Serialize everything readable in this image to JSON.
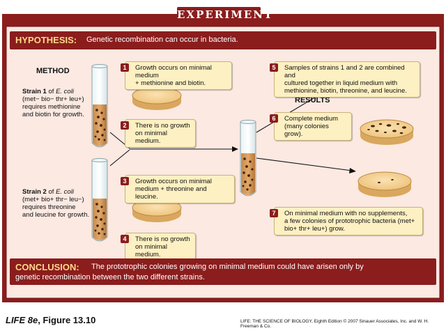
{
  "experiment_title": "EXPERIMENT",
  "hypothesis": {
    "label": "HYPOTHESIS:",
    "text": "Genetic recombination can occur in bacteria."
  },
  "method_heading": "METHOD",
  "results_heading": "RESULTS",
  "strain1": {
    "line1_bold": "Strain 1",
    "line1_rest": " of ",
    "line1_species": "E. coli",
    "line2": "(met− bio− thr+ leu+)",
    "line3": "requires methionine",
    "line4": "and biotin for growth."
  },
  "strain2": {
    "line1_bold": "Strain 2",
    "line1_rest": " of ",
    "line1_species": "E. coli",
    "line2": "(met+ bio+ thr− leu−)",
    "line3": "requires threonine",
    "line4": "and leucine for growth."
  },
  "steps": [
    {
      "num": "1",
      "line1": "Growth occurs on minimal medium",
      "line2": "+ methionine and biotin."
    },
    {
      "num": "2",
      "line1": "There is no growth",
      "line2": "on minimal medium."
    },
    {
      "num": "3",
      "line1": "Growth occurs on minimal",
      "line2": "medium + threonine and leucine."
    },
    {
      "num": "4",
      "line1": "There is no growth",
      "line2": "on minimal medium."
    },
    {
      "num": "5",
      "line1": "Samples of strains 1 and 2 are combined and",
      "line2": "cultured together in liquid medium with",
      "line3": "methionine, biotin, threonine, and leucine."
    },
    {
      "num": "6",
      "line1": "Complete medium",
      "line2": "(many colonies grow)."
    },
    {
      "num": "7",
      "line1": "On minimal medium with no supplements,",
      "line2": "a few colonies of prototrophic bacteria (met+",
      "line3": "bio+ thr+ leu+) grow."
    }
  ],
  "conclusion": {
    "label": "CONCLUSION:",
    "line1": "The prototrophic colonies growing on minimal medium could have arisen only by",
    "line2": "genetic recombination between the two different strains."
  },
  "footer": {
    "left_italic": "LIFE 8e",
    "left_rest": ", Figure 13.10",
    "right": "LIFE: THE SCIENCE OF BIOLOGY, Eighth Edition  © 2007 Sinauer Associates, Inc. and W. H. Freeman & Co."
  },
  "colors": {
    "frame": "#8b1d1d",
    "panel": "#fbe9e2",
    "callout": "#fdf0c2",
    "accent_label": "#ffd98a",
    "dish_agar": "#f3cf8a"
  }
}
